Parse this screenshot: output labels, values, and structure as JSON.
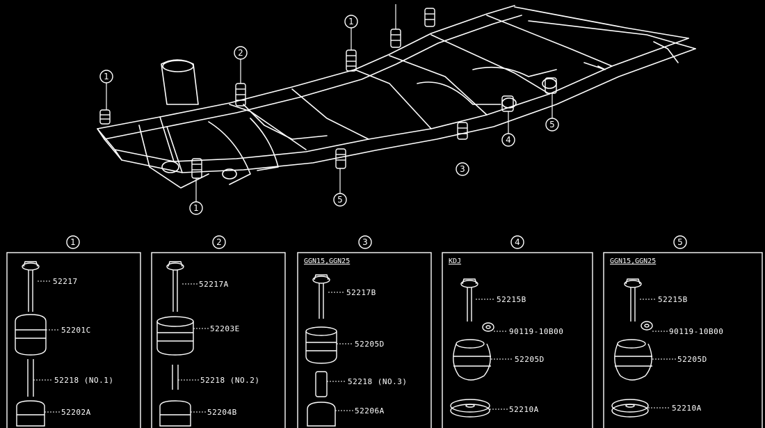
{
  "frame_callouts": [
    "1",
    "2",
    "1",
    "1",
    "5",
    "4",
    "3"
  ],
  "panels": [
    {
      "number": "1",
      "header": "",
      "parts": [
        "52217",
        "52201C",
        "52218 (NO.1)",
        "52202A"
      ]
    },
    {
      "number": "2",
      "header": "",
      "parts": [
        "52217A",
        "52203E",
        "52218 (NO.2)",
        "52204B"
      ]
    },
    {
      "number": "3",
      "header": "GGN15,GGN25",
      "parts": [
        "52217B",
        "52205D",
        "52218 (NO.3)",
        "52206A"
      ]
    },
    {
      "number": "4",
      "header": "KDJ",
      "parts": [
        "52215B",
        "90119-10B00",
        "52205D",
        "52210A"
      ]
    },
    {
      "number": "5",
      "header": "GGN15,GGN25",
      "parts": [
        "52215B",
        "90119-10B00",
        "52205D",
        "52210A"
      ]
    }
  ]
}
